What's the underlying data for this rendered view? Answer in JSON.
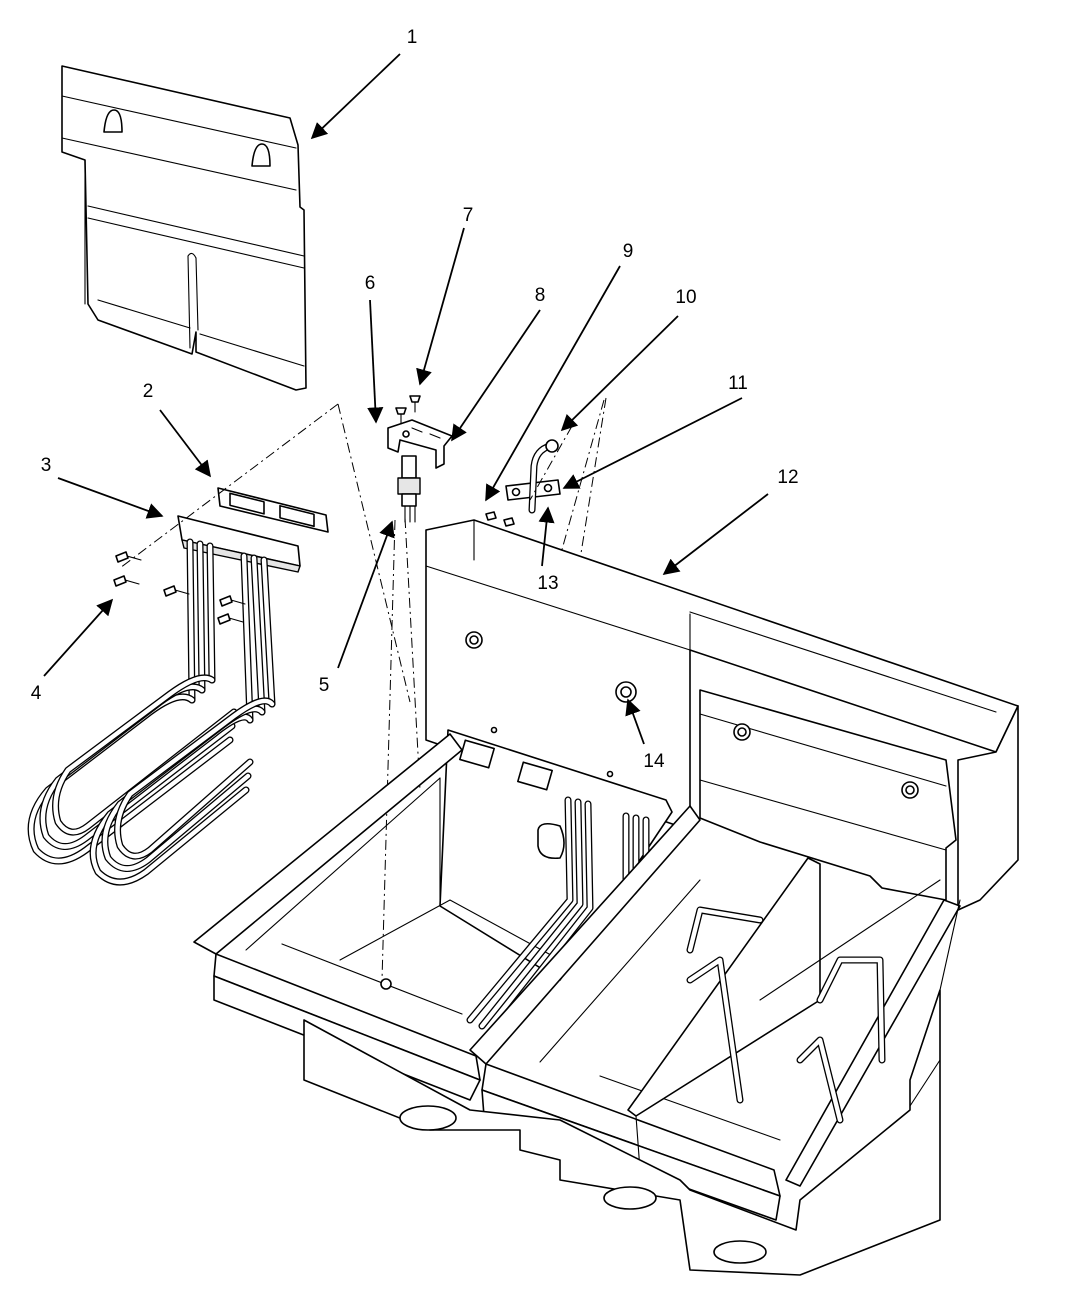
{
  "diagram": {
    "callouts": [
      {
        "id": 1,
        "label": "1"
      },
      {
        "id": 2,
        "label": "2"
      },
      {
        "id": 3,
        "label": "3"
      },
      {
        "id": 4,
        "label": "4"
      },
      {
        "id": 5,
        "label": "5"
      },
      {
        "id": 6,
        "label": "6"
      },
      {
        "id": 7,
        "label": "7"
      },
      {
        "id": 8,
        "label": "8"
      },
      {
        "id": 9,
        "label": "9"
      },
      {
        "id": 10,
        "label": "10"
      },
      {
        "id": 11,
        "label": "11"
      },
      {
        "id": 12,
        "label": "12"
      },
      {
        "id": 13,
        "label": "13"
      },
      {
        "id": 14,
        "label": "14"
      }
    ],
    "colors": {
      "line": "#000000",
      "background": "#ffffff",
      "shade": "#e6e6e6"
    }
  }
}
